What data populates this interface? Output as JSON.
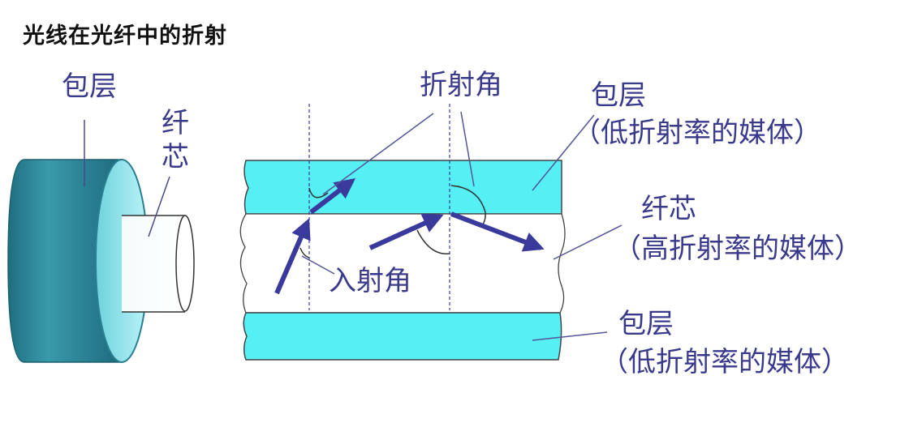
{
  "title": "光线在光纤中的折射",
  "colors": {
    "label_text": "#3a3a8c",
    "cladding_fill": "#55f0f4",
    "arrow": "#3a3a9c",
    "cylinder_outer": "#2a7f92",
    "guide_line": "#55559a"
  },
  "cylinder": {
    "cladding_label": "包层",
    "core_label": "纤芯"
  },
  "fiber": {
    "refraction_angle_label": "折射角",
    "incidence_angle_label": "入射角",
    "top_cladding": {
      "label": "包层",
      "sub_label": "（低折射率的媒体）"
    },
    "core": {
      "label": "纤芯",
      "sub_label": "（高折射率的媒体）"
    },
    "bottom_cladding": {
      "label": "包层",
      "sub_label": "（低折射率的媒体）"
    }
  }
}
